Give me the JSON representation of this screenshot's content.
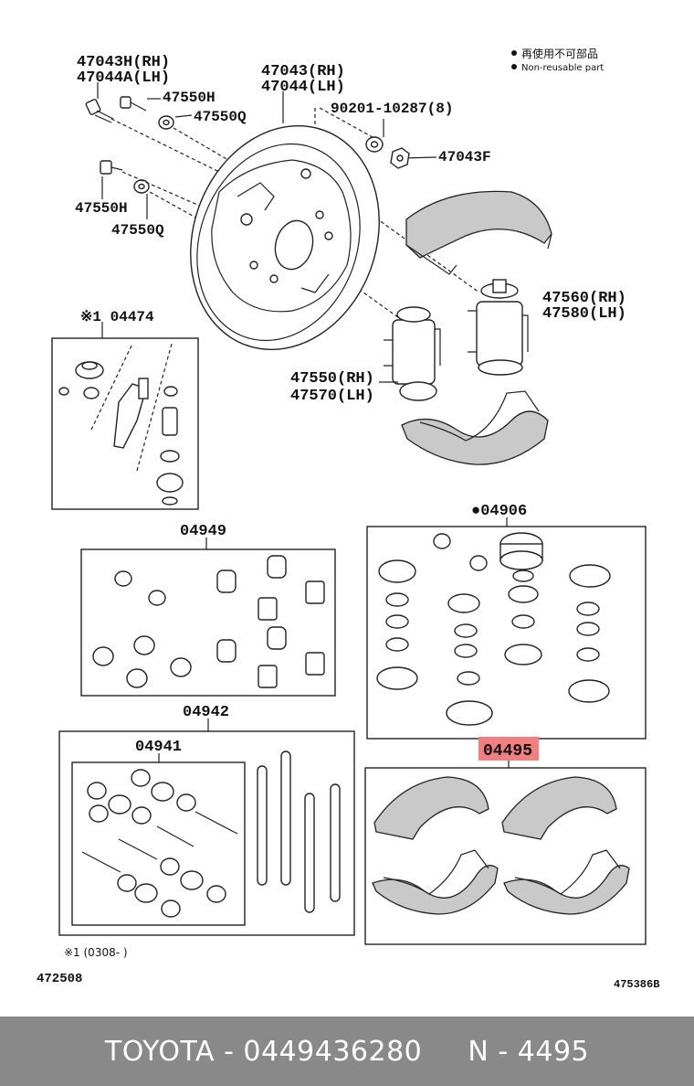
{
  "diagram": {
    "legend": {
      "line_ja": "再使用不可部品",
      "line_en": "Non-reusable part"
    },
    "labels": {
      "p47043h": "47043H(RH)",
      "p47044a": "47044A(LH)",
      "p47043": "47043(RH)",
      "p47044": "47044(LH)",
      "p47550h_top": "47550H",
      "p47550q_top": "47550Q",
      "p90201": "90201-10287(8)",
      "p47043f": "47043F",
      "p47550h_mid": "47550H",
      "p47550q_mid": "47550Q",
      "p04474": "※1 04474",
      "p47560": "47560(RH)",
      "p47580": "47580(LH)",
      "p47550rh": "47550(RH)",
      "p47570lh": "47570(LH)",
      "p04906": "●04906",
      "p04949": "04949",
      "p04942": "04942",
      "p04941": "04941",
      "p04495": "04495",
      "note": "※1 (0308-      )",
      "code_left": "472508",
      "code_right": "475386B"
    },
    "highlight_color": "#f08080"
  },
  "footer": {
    "text": "TOYOTA - 0449436280     N - 4495"
  }
}
